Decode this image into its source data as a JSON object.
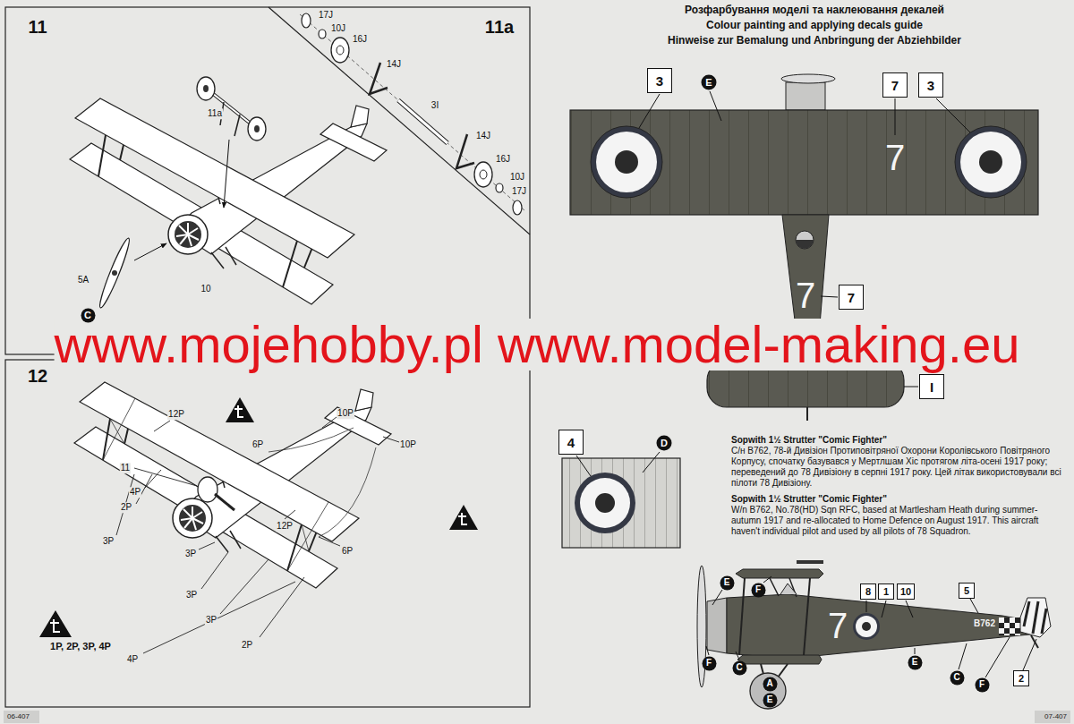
{
  "diagram": {
    "nodes": [
      {
        "text": [
          "C"
        ]
      },
      {
        "text": [
          "3"
        ]
      },
      {
        "text": [
          "E"
        ]
      },
      {
        "text": [
          "7"
        ]
      },
      {
        "text": [
          "3"
        ]
      },
      {
        "text": [
          "7"
        ]
      },
      {
        "text": [
          "I"
        ]
      },
      {
        "text": [
          "4"
        ]
      },
      {
        "text": [
          "D"
        ]
      },
      {
        "text": [
          "E"
        ]
      },
      {
        "text": [
          "F"
        ]
      },
      {
        "text": [
          "8"
        ]
      },
      {
        "text": [
          "1"
        ]
      },
      {
        "text": [
          "10"
        ]
      },
      {
        "text": [
          "5"
        ]
      },
      {
        "text": [
          "F"
        ]
      },
      {
        "text": [
          "C"
        ]
      },
      {
        "text": [
          "E"
        ]
      },
      {
        "text": [
          "C"
        ]
      },
      {
        "text": [
          "F"
        ]
      },
      {
        "text": [
          "2"
        ]
      },
      {
        "text": [
          "A"
        ]
      },
      {
        "text": [
          "E"
        ]
      }
    ],
    "labels": [
      "11",
      "11a",
      "17J",
      "16J",
      "10J",
      "14J",
      "3I",
      "14J",
      "16J",
      "10J",
      "17J",
      "11a",
      "5A",
      "10",
      "www.mojehobby.pl www.model-making.eu",
      "12",
      "12P",
      "10P",
      "6P",
      "10P",
      "11",
      "4P",
      "2P",
      "3P",
      "12P",
      "6P",
      "3P",
      "3P",
      "3P",
      "1P, 2P, 3P, 4P",
      "2P",
      "4P",
      "06-407",
      "Розфарбування моделі та наклеювання декалей",
      "Colour painting and applying decals guide",
      "Hinweise zur Bemalung und Anbringung der Abziehbilder",
      "7",
      "7",
      "Sopwith 1½ Strutter \"Comic Fighter\"",
      "С/н B762, 78-й Дивізіон Протиповітряної Охорони Королівського Повітряного Корпусу, спочатку базувався у Мертлшам Хіс протягом літа-осені 1917 року; переведений до 78 Дивізіону в серпні 1917 року. Цей літак використовували всі пілоти 78 Дивізіону.",
      "Sopwith 1½ Strutter \"Comic Fighter\"",
      "W/n B762, No.78(HD) Sqn RFC, based at Martlesham Heath during summer-autumn 1917 and re-allocated to Home Defence on August 1917. This aircraft haven't individual pilot and used by all pilots of 78 Squadron.",
      "7",
      "B762",
      "07-407"
    ]
  }
}
